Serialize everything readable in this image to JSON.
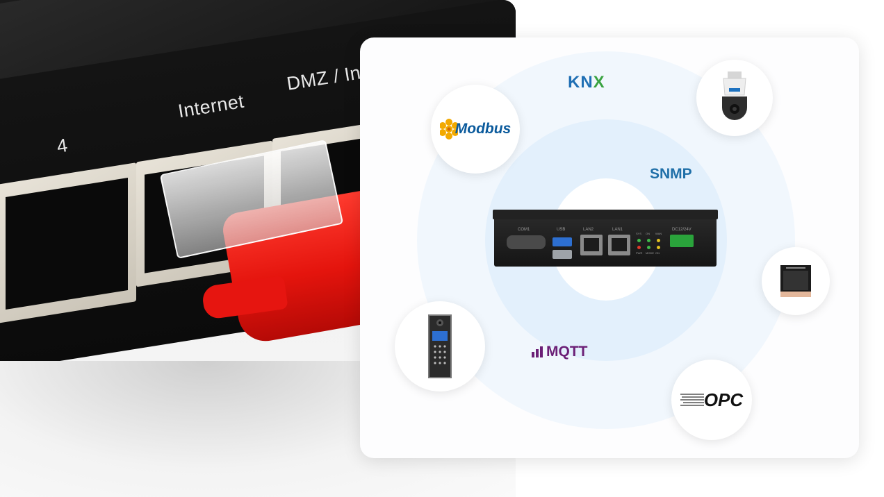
{
  "photo": {
    "port_labels": [
      "4",
      "Internet",
      "DMZ / Inter"
    ]
  },
  "protocols": {
    "knx": {
      "k": "KN",
      "x": "X"
    },
    "snmp": "SNMP",
    "mqtt": "MQTT",
    "modbus": "Modbus",
    "opc": "OPC"
  },
  "gateway": {
    "ports": [
      "COM1",
      "USB",
      "LAN2",
      "LAN1",
      "DC12/24V"
    ],
    "leds": [
      "SYS",
      "ON",
      "WAN",
      "PWR",
      "MODE",
      "ON"
    ]
  },
  "colors": {
    "knx_blue": "#1f6fb4",
    "knx_green": "#3aa341",
    "snmp": "#1f6fa8",
    "mqtt": "#6b1f76",
    "modbus": "#0a5a9c",
    "cable_red": "#e4140d"
  },
  "icons": [
    "ptz-camera-icon",
    "wall-oven-icon",
    "door-intercom-icon",
    "modbus-logo",
    "opc-logo"
  ]
}
